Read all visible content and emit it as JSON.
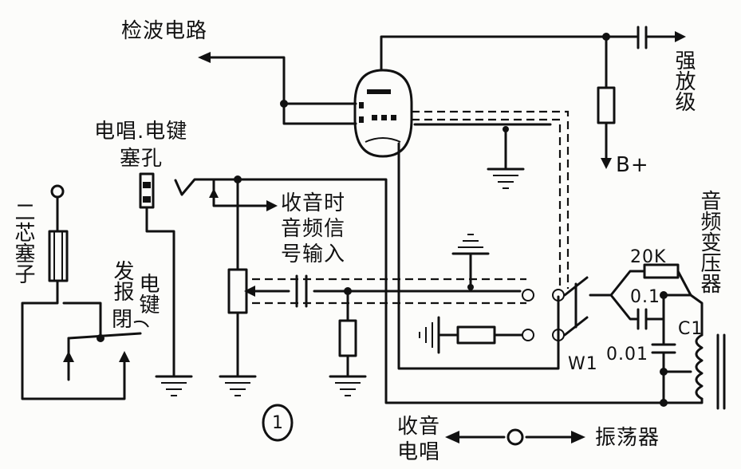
{
  "labels": {
    "detector": "检波电路",
    "strong_amp": "强放级",
    "b_plus": "B+",
    "jack": "电唱.电键",
    "jack2": "塞孔",
    "plug": "二芯塞子",
    "send_receive": "发报",
    "closed": "閉",
    "key": "电键",
    "audio_in_1": "收音时",
    "audio_in_2": "音频信",
    "audio_in_3": "号输入",
    "transformer": "音频变压器",
    "r_20k": "20K",
    "c_01": "0.1",
    "c_001": "0.01",
    "c1": "C1",
    "w1": "W1",
    "receive_phono_1": "收音",
    "receive_phono_2": "电唱",
    "oscillator": "振荡器",
    "figure_number": "1"
  }
}
